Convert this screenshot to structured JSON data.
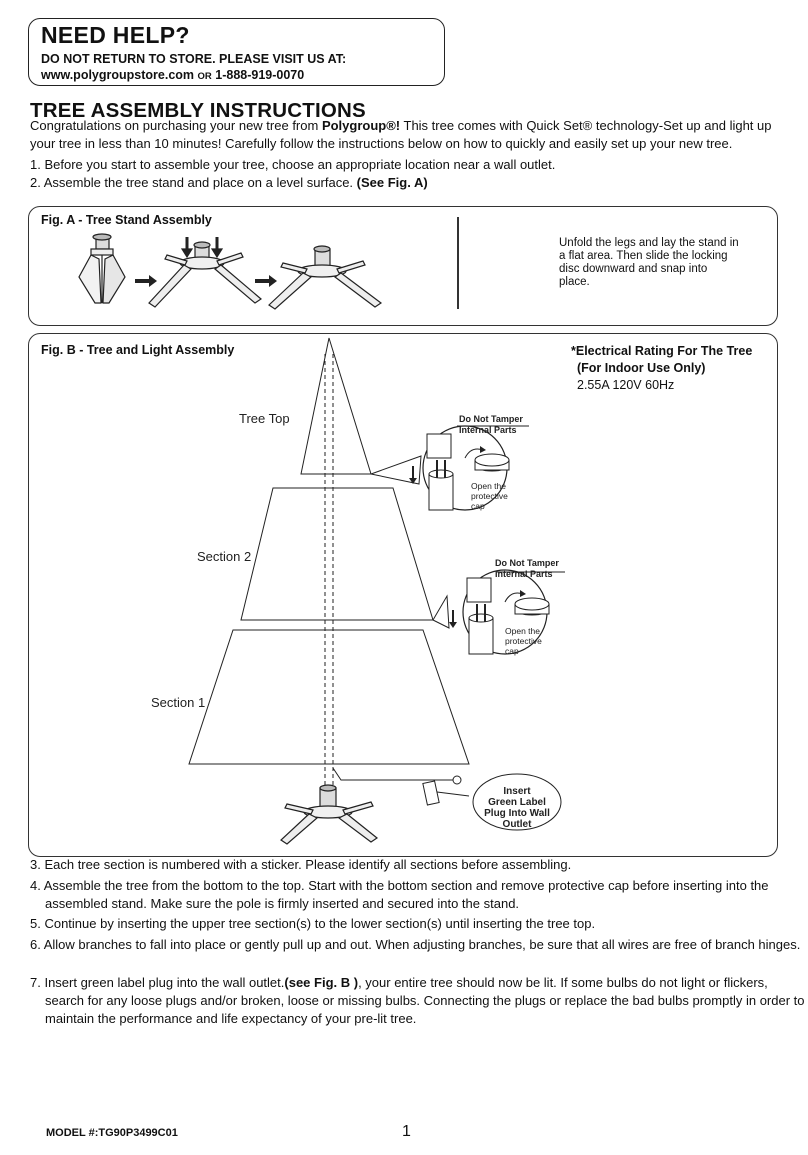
{
  "help": {
    "title": "NEED HELP?",
    "line1": "DO NOT RETURN TO STORE. PLEASE VISIT US AT:",
    "url": "www.polygroupstore.com",
    "or": "OR",
    "phone": "1-888-919-0070"
  },
  "doc": {
    "title": "TREE ASSEMBLY INSTRUCTIONS",
    "intro_part1": "Congratulations on purchasing your new tree from ",
    "intro_brand": "Polygroup®!",
    "intro_part2": " This tree comes with Quick Set® technology-Set up and light up your tree in less than 10 minutes! Carefully follow the instructions below on how to quickly and easily set up your new tree."
  },
  "steps": {
    "s1": "1. Before you start to assemble your tree, choose an appropriate location near a wall outlet.",
    "s2_text": "2. Assemble the tree stand and place on a level surface. ",
    "s2_ref": "(See Fig. A)",
    "s3": "3. Each tree section is numbered with a sticker. Please identify all sections before assembling.",
    "s4": "4. Assemble the tree from the bottom to the top. Start with the bottom section and remove protective cap before inserting into the assembled stand. Make sure the pole is firmly inserted and secured into the stand.",
    "s5": "5. Continue by inserting the upper tree section(s) to the lower section(s) until inserting the tree top.",
    "s6": "6. Allow branches to fall into place or gently pull up and out. When adjusting branches, be sure that all wires are free of branch hinges.",
    "s7_text1": "7. Insert green label plug into the wall outlet.",
    "s7_ref": "(see Fig. B )",
    "s7_text2": ", your entire tree should now be lit. If some bulbs do not light or flickers, search for any loose plugs and/or broken, loose or missing bulbs. Connecting the plugs or replace the bad bulbs promptly in order to maintain the performance and life expectancy of your pre-lit tree."
  },
  "fig_a": {
    "title": "Fig. A - Tree Stand Assembly",
    "note": "Unfold the legs and lay the stand in a flat area. Then slide the locking disc downward and snap into place."
  },
  "fig_b": {
    "title": "Fig. B - Tree and Light Assembly",
    "rating_title": "*Electrical Rating For The Tree",
    "rating_sub": "(For Indoor Use Only)",
    "rating_value": "2.55A 120V 60Hz",
    "label_top": "Tree Top",
    "label_section2": "Section 2",
    "label_section1": "Section 1",
    "tamper_line1": "Do Not Tamper",
    "tamper_line2": "Internal Parts",
    "cap_line1": "Open the",
    "cap_line2": "protective",
    "cap_line3": "cap",
    "plug_line1": "Insert",
    "plug_line2": "Green Label",
    "plug_line3": "Plug Into Wall",
    "plug_line4": "Outlet"
  },
  "footer": {
    "model": "MODEL #:TG90P3499C01",
    "page": "1"
  }
}
